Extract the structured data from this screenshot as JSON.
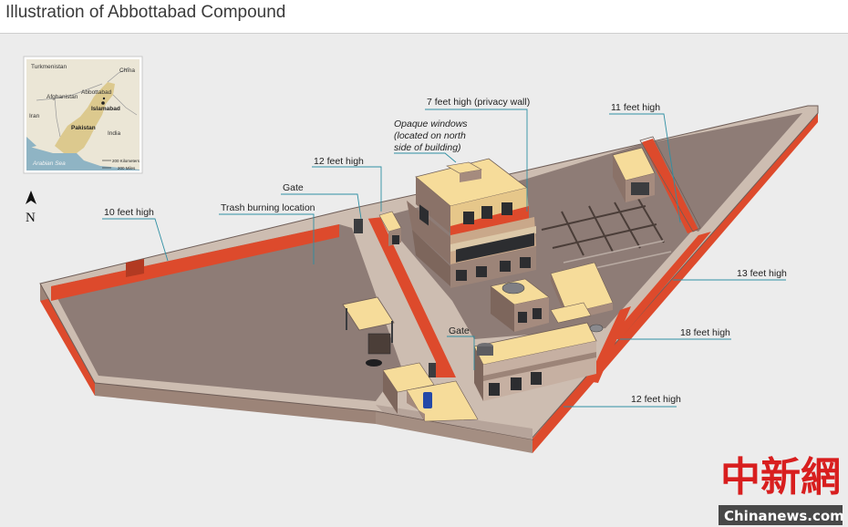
{
  "title": "Illustration of Abbottabad Compound",
  "colors": {
    "wall_red": "#dd4a2c",
    "wall_top": "#c9b9ad",
    "ground": "#8e7c76",
    "building_top": "#f6dc9a",
    "building_side": "#9c8478",
    "panel_bg": "#ececec"
  },
  "map": {
    "labels": {
      "turkmenistan": "Turkmenistan",
      "china": "China",
      "afghanistan": "Afghanistan",
      "abbottabad": "Abbottabad",
      "islamabad": "Islamabad",
      "iran": "Iran",
      "pakistan": "Pakistan",
      "india": "India",
      "arabian_sea": "Arabian Sea",
      "scale_km": "200 Kilometers",
      "scale_mi": "200 Miles"
    }
  },
  "compass": {
    "letter": "N"
  },
  "callouts": {
    "privacy_wall": "7 feet high (privacy wall)",
    "opaque_windows_1": "Opaque windows",
    "opaque_windows_2": "(located on north",
    "opaque_windows_3": "side of building)",
    "eleven_feet": "11 feet high",
    "twelve_feet_upper": "12 feet high",
    "gate_upper": "Gate",
    "trash": "Trash burning location",
    "ten_feet": "10 feet high",
    "thirteen_feet": "13 feet high",
    "gate_lower": "Gate",
    "eighteen_feet": "18 feet high",
    "twelve_feet_lower": "12 feet high"
  },
  "watermark": {
    "cn": "中新網",
    "en": "Chinanews.com"
  }
}
